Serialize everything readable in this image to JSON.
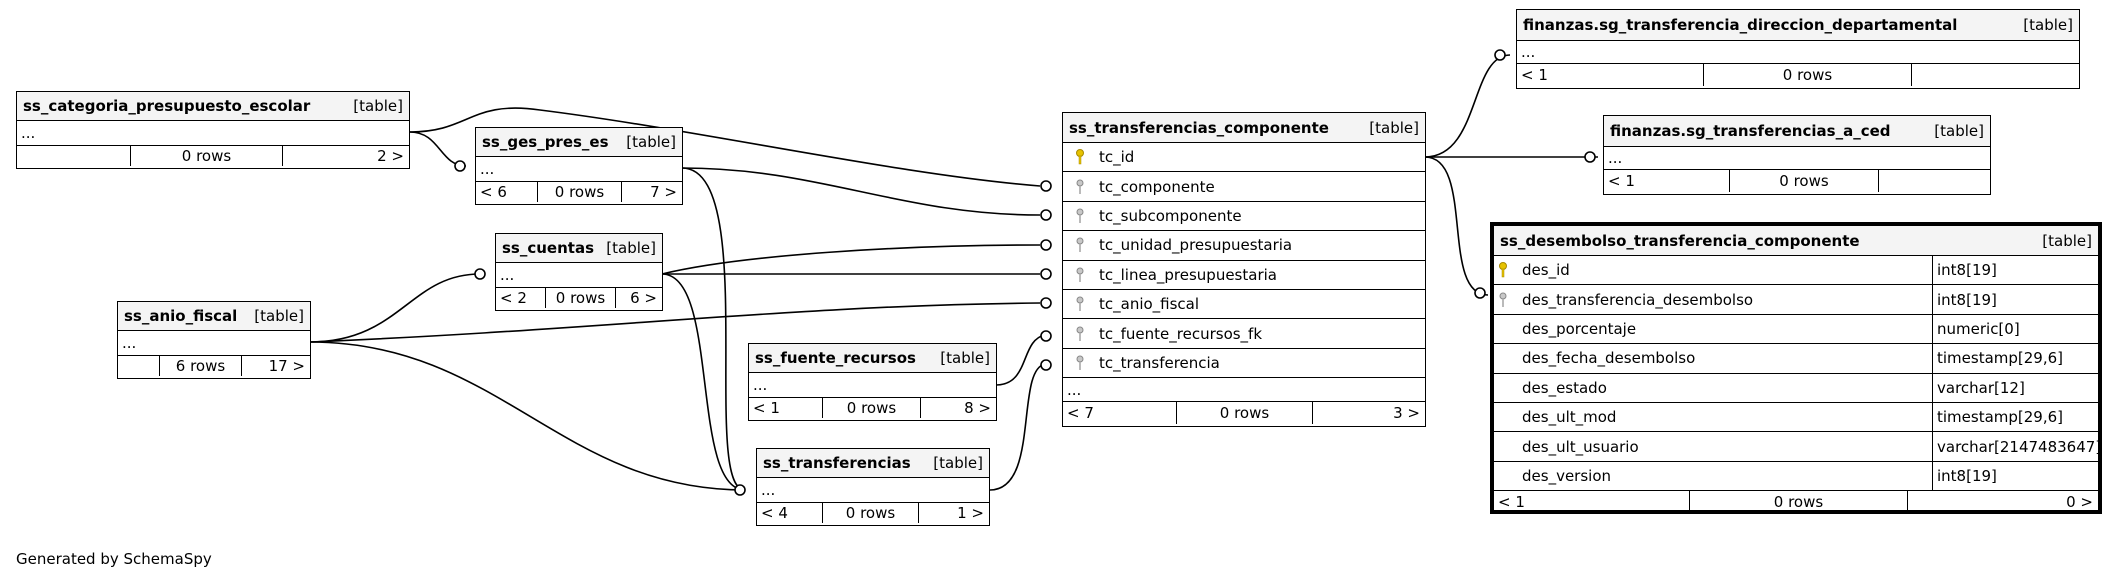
{
  "footer": "Generated by SchemaSpy",
  "tables": {
    "ss_categoria_presupuesto_escolar": {
      "name": "ss_categoria_presupuesto_escolar",
      "kind": "[table]",
      "ellipsis": "...",
      "parents": "",
      "rows": "0 rows",
      "children": "2 >"
    },
    "ss_ges_pres_es": {
      "name": "ss_ges_pres_es",
      "kind": "[table]",
      "ellipsis": "...",
      "parents": "< 6",
      "rows": "0 rows",
      "children": "7 >"
    },
    "ss_cuentas": {
      "name": "ss_cuentas",
      "kind": "[table]",
      "ellipsis": "...",
      "parents": "< 2",
      "rows": "0 rows",
      "children": "6 >"
    },
    "ss_anio_fiscal": {
      "name": "ss_anio_fiscal",
      "kind": "[table]",
      "ellipsis": "...",
      "parents": "",
      "rows": "6 rows",
      "children": "17 >"
    },
    "ss_fuente_recursos": {
      "name": "ss_fuente_recursos",
      "kind": "[table]",
      "ellipsis": "...",
      "parents": "< 1",
      "rows": "0 rows",
      "children": "8 >"
    },
    "ss_transferencias": {
      "name": "ss_transferencias",
      "kind": "[table]",
      "ellipsis": "...",
      "parents": "< 4",
      "rows": "0 rows",
      "children": "1 >"
    },
    "ss_transferencias_componente": {
      "name": "ss_transferencias_componente",
      "kind": "[table]",
      "columns": [
        "tc_id",
        "tc_componente",
        "tc_subcomponente",
        "tc_unidad_presupuestaria",
        "tc_linea_presupuestaria",
        "tc_anio_fiscal",
        "tc_fuente_recursos_fk",
        "tc_transferencia"
      ],
      "ellipsis": "...",
      "parents": "< 7",
      "rows": "0 rows",
      "children": "3 >"
    },
    "finanzas_dir": {
      "name": "finanzas.sg_transferencia_direccion_departamental",
      "kind": "[table]",
      "ellipsis": "...",
      "parents": "< 1",
      "rows": "0 rows",
      "children": ""
    },
    "finanzas_ced": {
      "name": "finanzas.sg_transferencias_a_ced",
      "kind": "[table]",
      "ellipsis": "...",
      "parents": "< 1",
      "rows": "0 rows",
      "children": ""
    },
    "ss_desembolso": {
      "name": "ss_desembolso_transferencia_componente",
      "kind": "[table]",
      "columns": [
        {
          "name": "des_id",
          "type": "int8[19]"
        },
        {
          "name": "des_transferencia_desembolso",
          "type": "int8[19]"
        },
        {
          "name": "des_porcentaje",
          "type": "numeric[0]"
        },
        {
          "name": "des_fecha_desembolso",
          "type": "timestamp[29,6]"
        },
        {
          "name": "des_estado",
          "type": "varchar[12]"
        },
        {
          "name": "des_ult_mod",
          "type": "timestamp[29,6]"
        },
        {
          "name": "des_ult_usuario",
          "type": "varchar[2147483647]"
        },
        {
          "name": "des_version",
          "type": "int8[19]"
        }
      ],
      "parents": "< 1",
      "rows": "0 rows",
      "children": "0 >"
    }
  }
}
